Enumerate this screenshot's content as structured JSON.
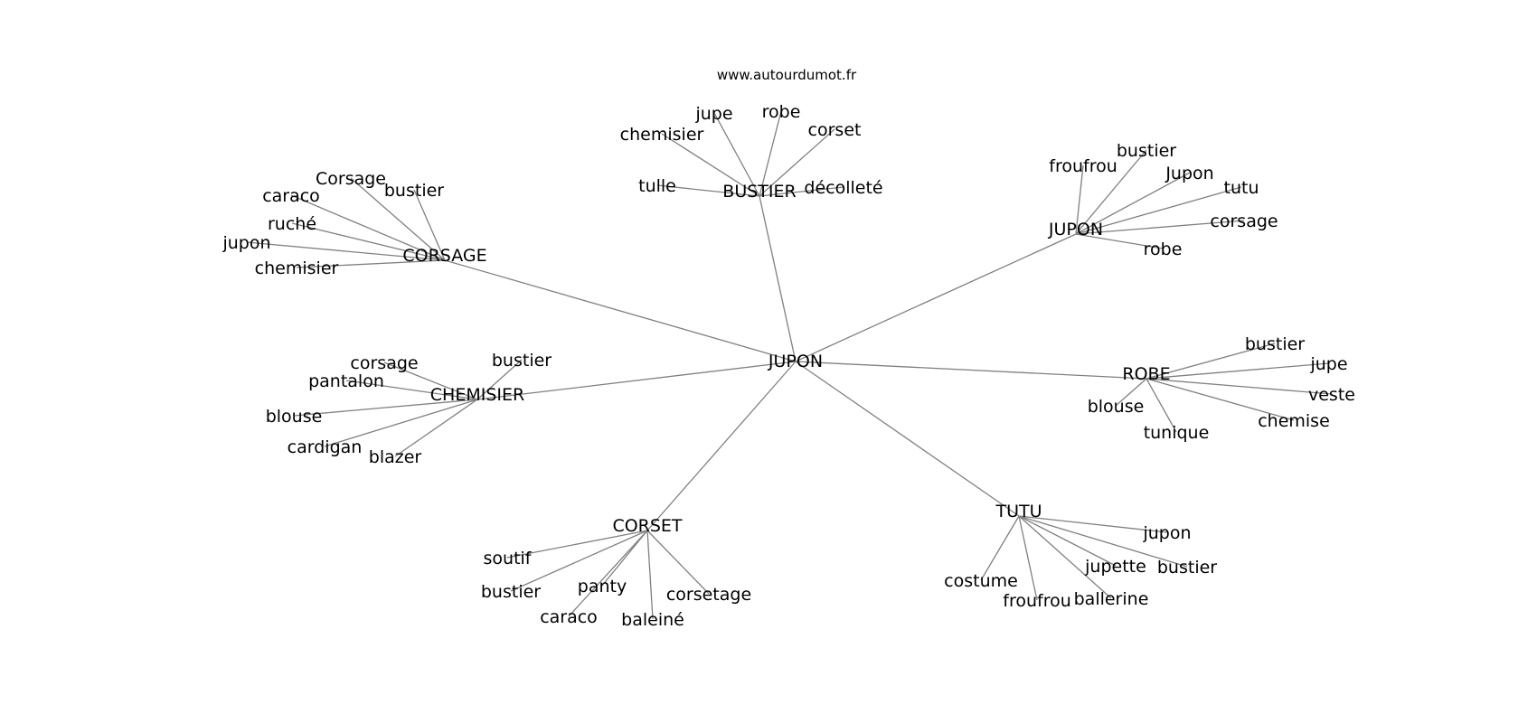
{
  "source": "www.autourdumot.fr",
  "center": {
    "label": "JUPON"
  },
  "hubs": [
    {
      "id": "corsage",
      "label": "CORSAGE",
      "leaves": [
        {
          "label": "Corsage"
        },
        {
          "label": "bustier"
        },
        {
          "label": "caraco"
        },
        {
          "label": "ruché"
        },
        {
          "label": "jupon"
        },
        {
          "label": "chemisier"
        }
      ]
    },
    {
      "id": "bustier",
      "label": "BUSTIER",
      "leaves": [
        {
          "label": "jupe"
        },
        {
          "label": "robe"
        },
        {
          "label": "chemisier"
        },
        {
          "label": "corset"
        },
        {
          "label": "tulle"
        },
        {
          "label": "décolleté"
        }
      ]
    },
    {
      "id": "jupon",
      "label": "JUPON",
      "leaves": [
        {
          "label": "froufrou"
        },
        {
          "label": "bustier"
        },
        {
          "label": "Jupon"
        },
        {
          "label": "tutu"
        },
        {
          "label": "corsage"
        },
        {
          "label": "robe"
        }
      ]
    },
    {
      "id": "chemisier",
      "label": "CHEMISIER",
      "leaves": [
        {
          "label": "corsage"
        },
        {
          "label": "bustier"
        },
        {
          "label": "pantalon"
        },
        {
          "label": "blouse"
        },
        {
          "label": "cardigan"
        },
        {
          "label": "blazer"
        }
      ]
    },
    {
      "id": "robe",
      "label": "ROBE",
      "leaves": [
        {
          "label": "bustier"
        },
        {
          "label": "jupe"
        },
        {
          "label": "veste"
        },
        {
          "label": "blouse"
        },
        {
          "label": "chemise"
        },
        {
          "label": "tunique"
        }
      ]
    },
    {
      "id": "corset",
      "label": "CORSET",
      "leaves": [
        {
          "label": "soutif"
        },
        {
          "label": "bustier"
        },
        {
          "label": "panty"
        },
        {
          "label": "corsetage"
        },
        {
          "label": "caraco"
        },
        {
          "label": "baleiné"
        }
      ]
    },
    {
      "id": "tutu",
      "label": "TUTU",
      "leaves": [
        {
          "label": "jupon"
        },
        {
          "label": "jupette"
        },
        {
          "label": "bustier"
        },
        {
          "label": "costume"
        },
        {
          "label": "ballerine"
        },
        {
          "label": "froufrou"
        }
      ]
    }
  ]
}
